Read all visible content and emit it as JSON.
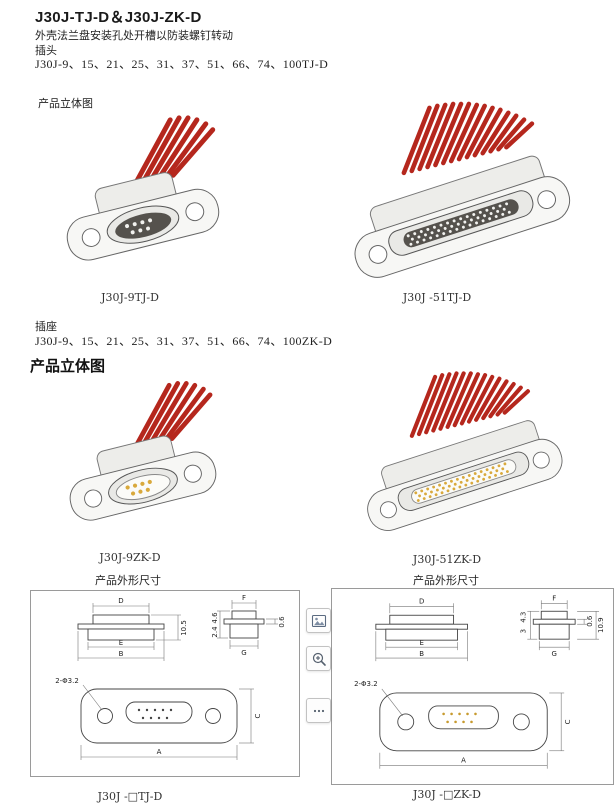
{
  "header": {
    "title": "J30J-TJ-D＆J30J-ZK-D",
    "subtitle": "外壳法兰盘安装孔处开槽以防装螺钉转动",
    "plug_label": "插头",
    "plug_models": "J30J-9、15、21、25、31、37、51、66、74、100TJ-D"
  },
  "plug_section": {
    "view_label": "产品立体图",
    "caption_left": "J30J-9TJ-D",
    "caption_right": "J30J -51TJ-D"
  },
  "socket_section": {
    "socket_label": "插座",
    "socket_models": "J30J-9、15、21、25、31、37、51、66、74、100ZK-D",
    "view_heading": "产品立体图",
    "caption_left": "J30J-9ZK-D",
    "caption_right": "J30J-51ZK-D"
  },
  "dimensions": {
    "section_label_left": "产品外形尺寸",
    "section_label_right": "产品外形尺寸",
    "caption_left": "J30J -□TJ-D",
    "caption_right": "J30J -□ZK-D",
    "left": {
      "d": "D",
      "e": "E",
      "b": "B",
      "f": "F",
      "g": "G",
      "a": "A",
      "c": "C",
      "h": "10.5",
      "t1": "0.6",
      "t2": "4.6",
      "t3": "2.4",
      "hole": "2-Φ3.2"
    },
    "right": {
      "d": "D",
      "e": "E",
      "b": "B",
      "f": "F",
      "g": "G",
      "a": "A",
      "c": "C",
      "h": "10.9",
      "t1": "0.6",
      "t2": "4.3",
      "t3": "3",
      "hole": "2-Φ3.2"
    }
  },
  "toolbar": {
    "icons": [
      "image-preview-icon",
      "zoom-in-icon",
      "more-icon"
    ]
  },
  "colors": {
    "wire_red": "#b5271d",
    "contact_gold": "#d9a93c"
  }
}
